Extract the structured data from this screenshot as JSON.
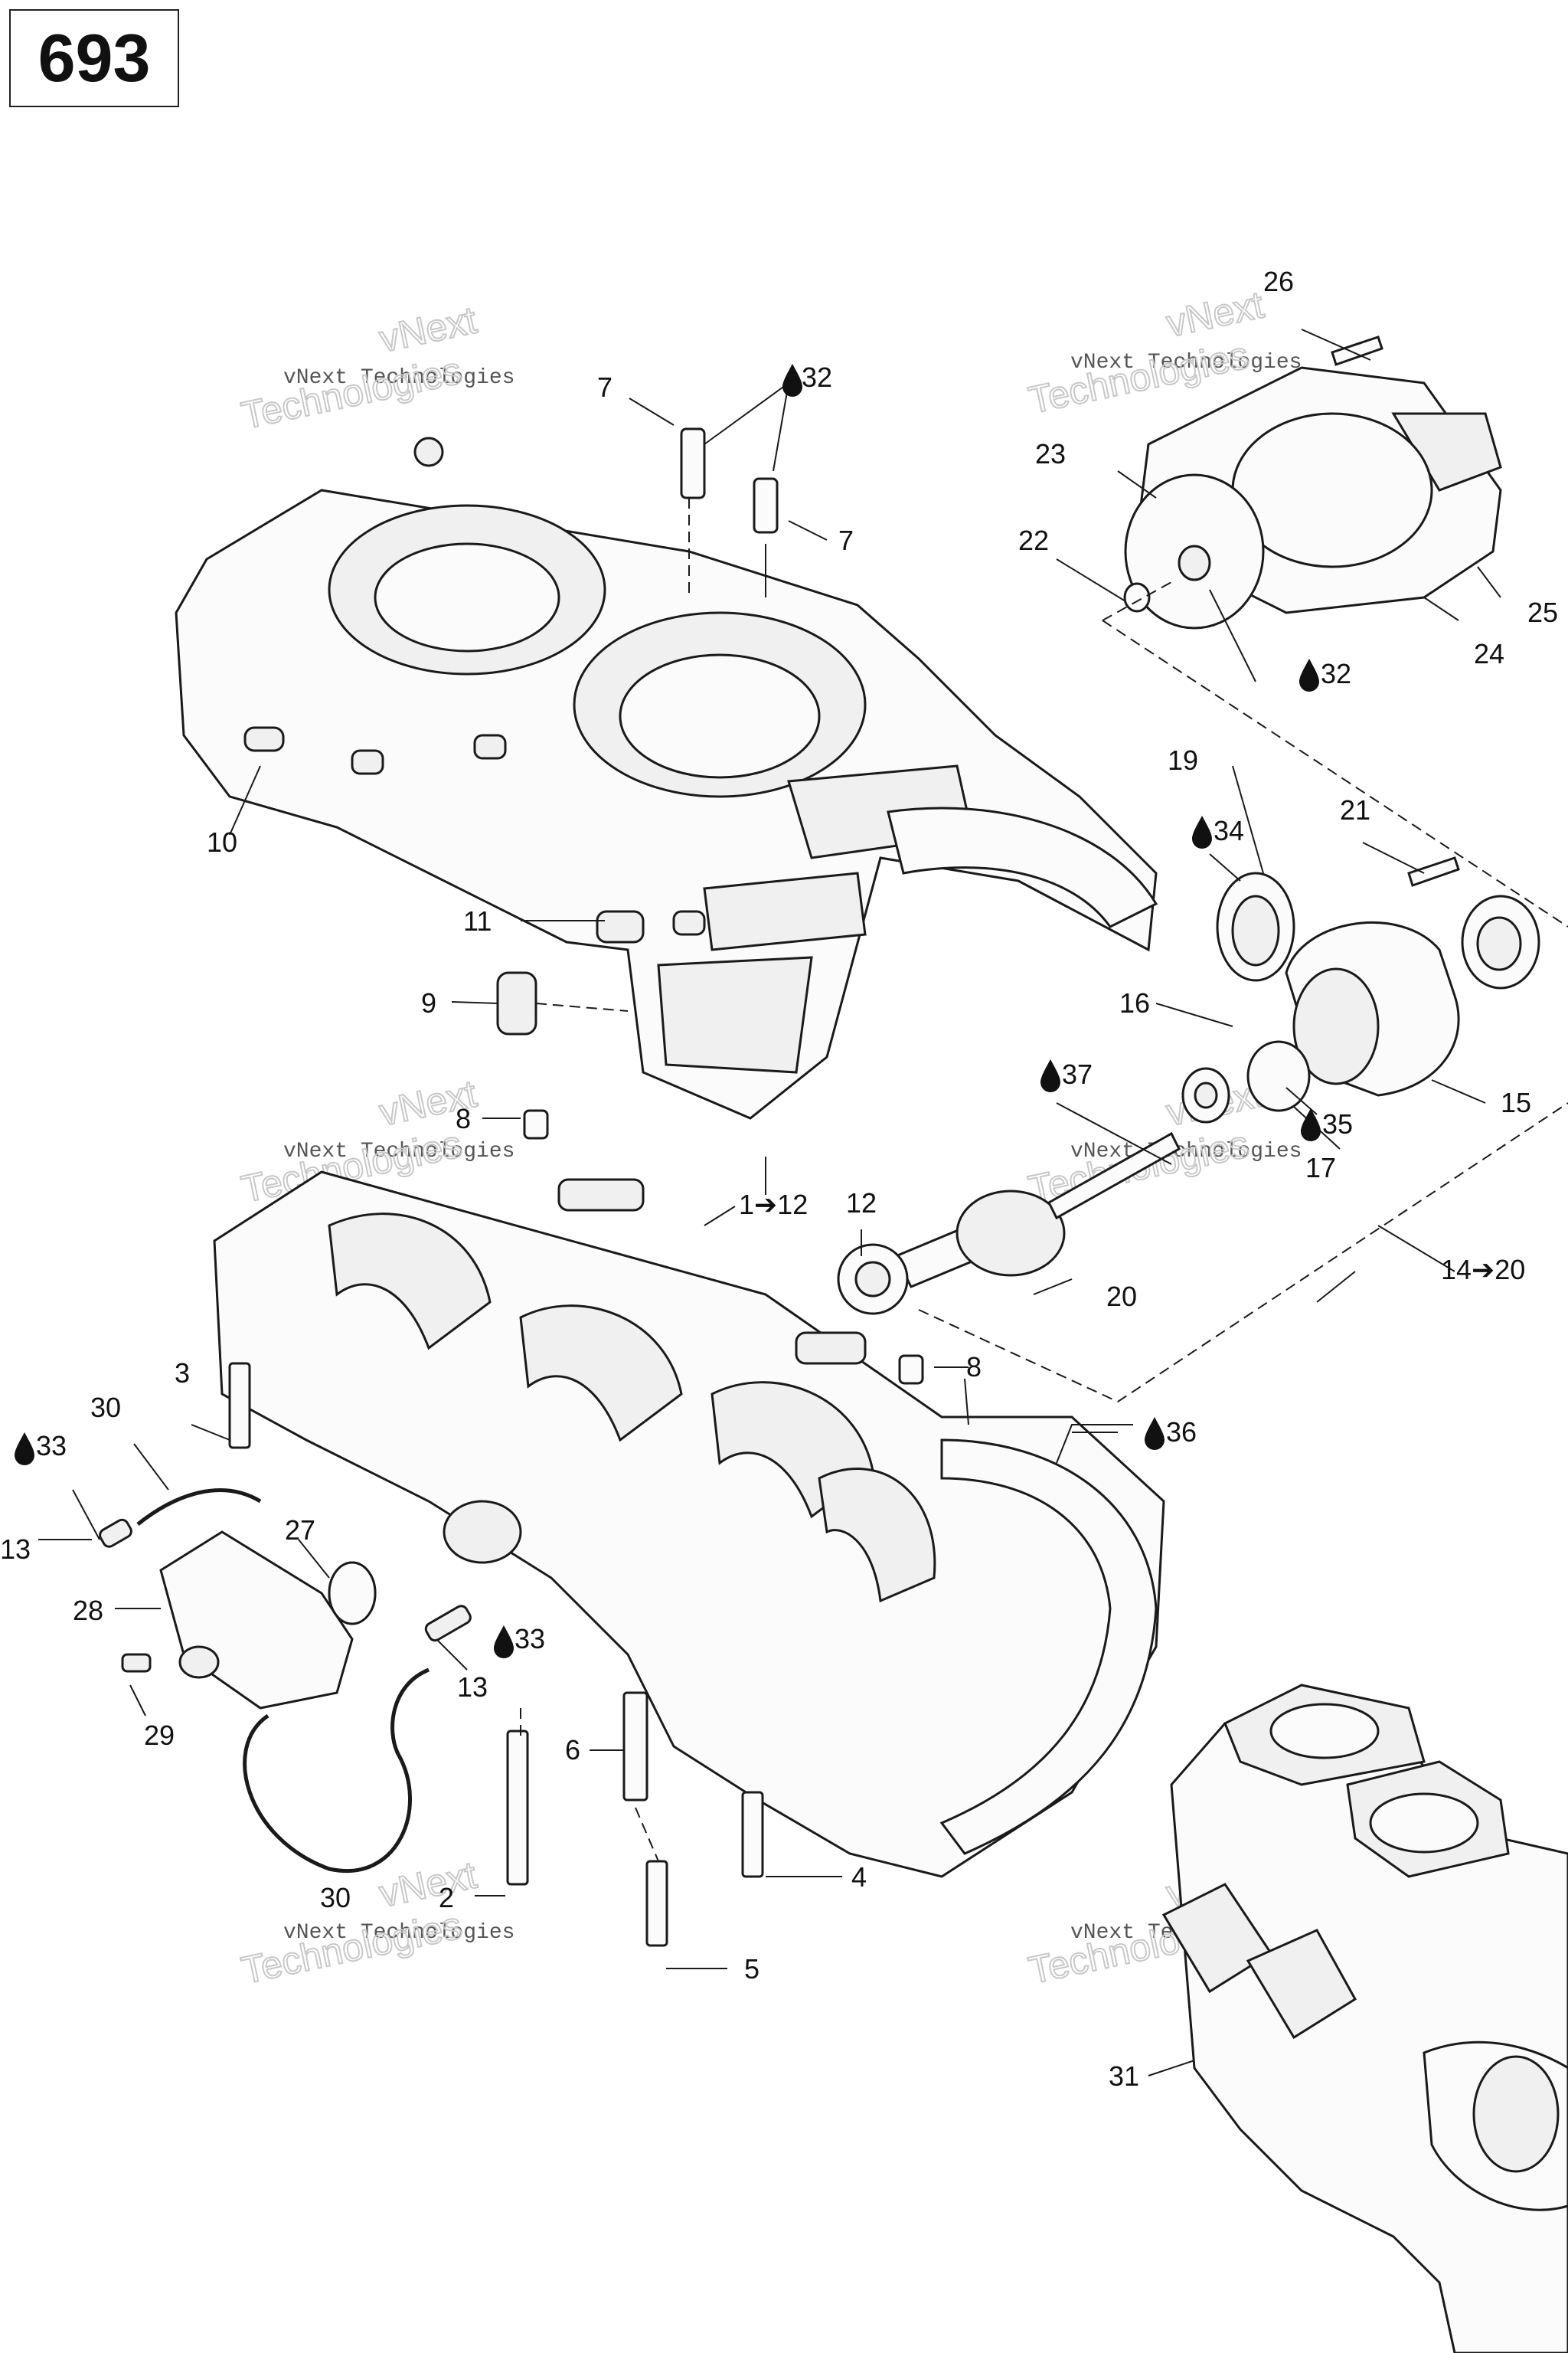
{
  "page_number": "693",
  "watermark": {
    "line1": "vNext Technologies",
    "line2": "vNext",
    "line3": "Technologies"
  },
  "callouts": {
    "c1_12": "1➔12",
    "c2": "2",
    "c3": "3",
    "c4": "4",
    "c5": "5",
    "c6": "6",
    "c7a": "7",
    "c7b": "7",
    "c8a": "8",
    "c8b": "8",
    "c9": "9",
    "c10": "10",
    "c11": "11",
    "c12": "12",
    "c13a": "13",
    "c13b": "13",
    "c14_20": "14➔20",
    "c15": "15",
    "c16": "16",
    "c17": "17",
    "c19": "19",
    "c20": "20",
    "c21": "21",
    "c22": "22",
    "c23": "23",
    "c24": "24",
    "c25": "25",
    "c26": "26",
    "c27": "27",
    "c28": "28",
    "c29": "29",
    "c30a": "30",
    "c30b": "30",
    "c31": "31",
    "c32a": "32",
    "c32b": "32",
    "c33a": "33",
    "c33b": "33",
    "c34": "34",
    "c35": "35",
    "c36": "36",
    "c37": "37"
  }
}
